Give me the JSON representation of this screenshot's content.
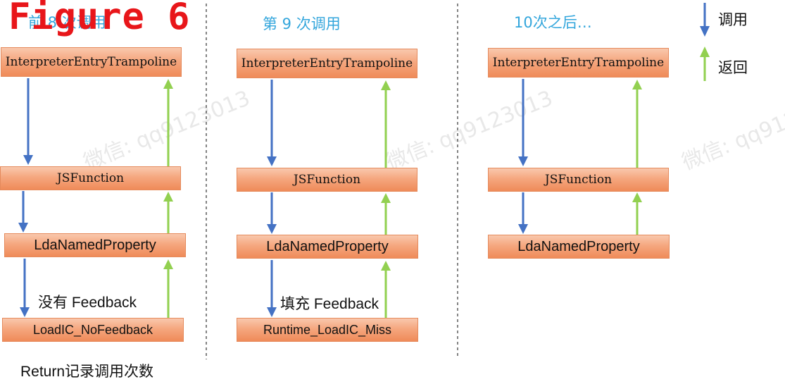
{
  "figure_label": "Figure 6",
  "columns": [
    {
      "title": "前 8 次调用",
      "entry": "InterpreterEntryTrampoline",
      "function": "JSFunction",
      "bytecode": "LdaNamedProperty",
      "handler": "LoadIC_NoFeedback",
      "note": "没有 Feedback",
      "footer": "Return记录调用次数"
    },
    {
      "title": "第 9 次调用",
      "entry": "InterpreterEntryTrampoline",
      "function": "JSFunction",
      "bytecode": "LdaNamedProperty",
      "handler": "Runtime_LoadIC_Miss",
      "note": "填充 Feedback"
    },
    {
      "title": "10次之后…",
      "entry": "InterpreterEntryTrampoline",
      "function": "JSFunction",
      "bytecode": "LdaNamedProperty"
    }
  ],
  "legend": {
    "call": "调用",
    "return": "返回"
  },
  "watermark": "qq9123013",
  "watermark_prefix": "微信:",
  "colors": {
    "call_arrow": "#4472c4",
    "return_arrow": "#92d050",
    "title": "#33a6dc",
    "box": "#f4a47a"
  }
}
